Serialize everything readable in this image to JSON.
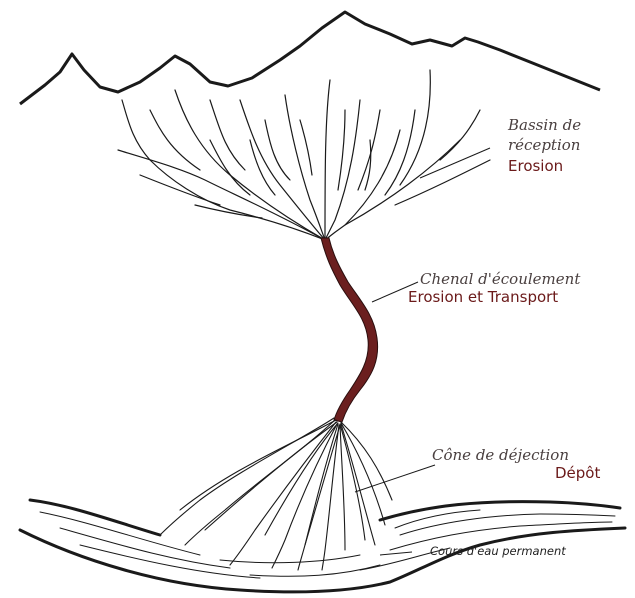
{
  "labels": {
    "bassin_line1": "Bassin de",
    "bassin_line2": "réception",
    "bassin_action": "Erosion",
    "chenal": "Chenal d'écoulement",
    "chenal_action": "Erosion et Transport",
    "cone": "Cône de déjection",
    "cone_action": "Dépôt",
    "cours": "Cours d'eau permanent"
  },
  "colors": {
    "channel": "#6b1f1f",
    "action_text": "#6b1a1a",
    "ink": "#1a1a1a"
  }
}
